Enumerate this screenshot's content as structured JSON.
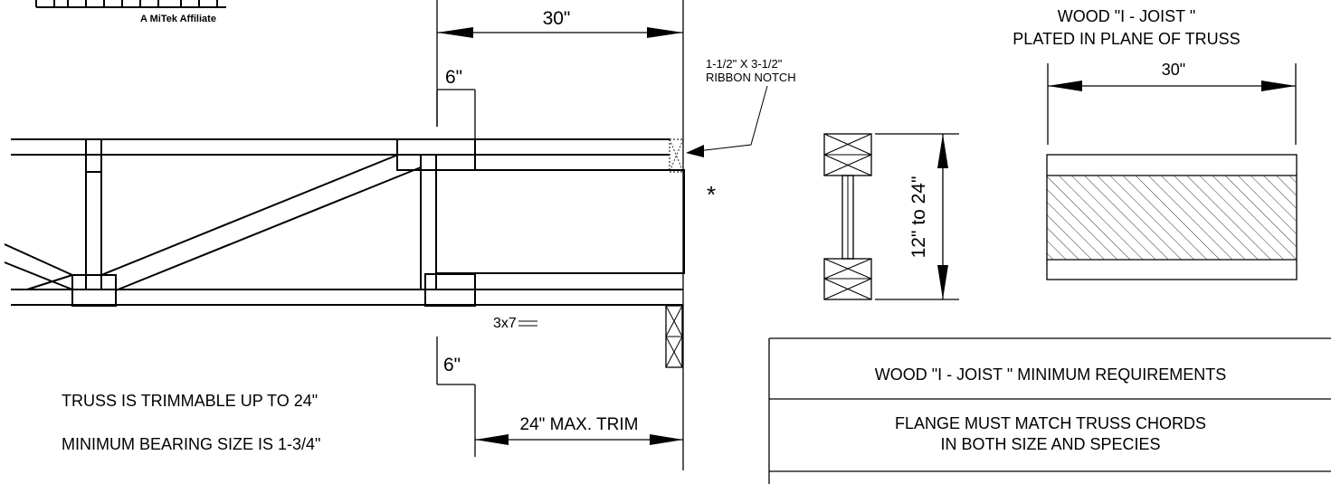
{
  "logo": {
    "affiliate": "A MiTek Affiliate"
  },
  "left_detail": {
    "top_dim": "30\"",
    "upper_trim_dim": "6\"",
    "lower_trim_dim": "6\"",
    "max_trim_dim": "24\" MAX. TRIM",
    "notch_label_line1": "1-1/2\" X 3-1/2\"",
    "notch_label_line2": "RIBBON NOTCH",
    "asterisk": "*",
    "plate_label": "3x7",
    "trimmable_note": "TRUSS IS TRIMMABLE UP TO 24\"",
    "bearing_note": "MINIMUM BEARING SIZE IS 1-3/4\""
  },
  "section": {
    "depth_dim": "12\" to 24\""
  },
  "right_detail": {
    "title_line1": "WOOD \"I - JOIST \"",
    "title_line2": "PLATED IN PLANE OF TRUSS",
    "width_dim": "30\""
  },
  "requirements_table": {
    "heading": "WOOD \"I - JOIST \"  MINIMUM REQUIREMENTS",
    "row1_line1": "FLANGE MUST MATCH TRUSS CHORDS",
    "row1_line2": "IN BOTH SIZE AND SPECIES"
  }
}
